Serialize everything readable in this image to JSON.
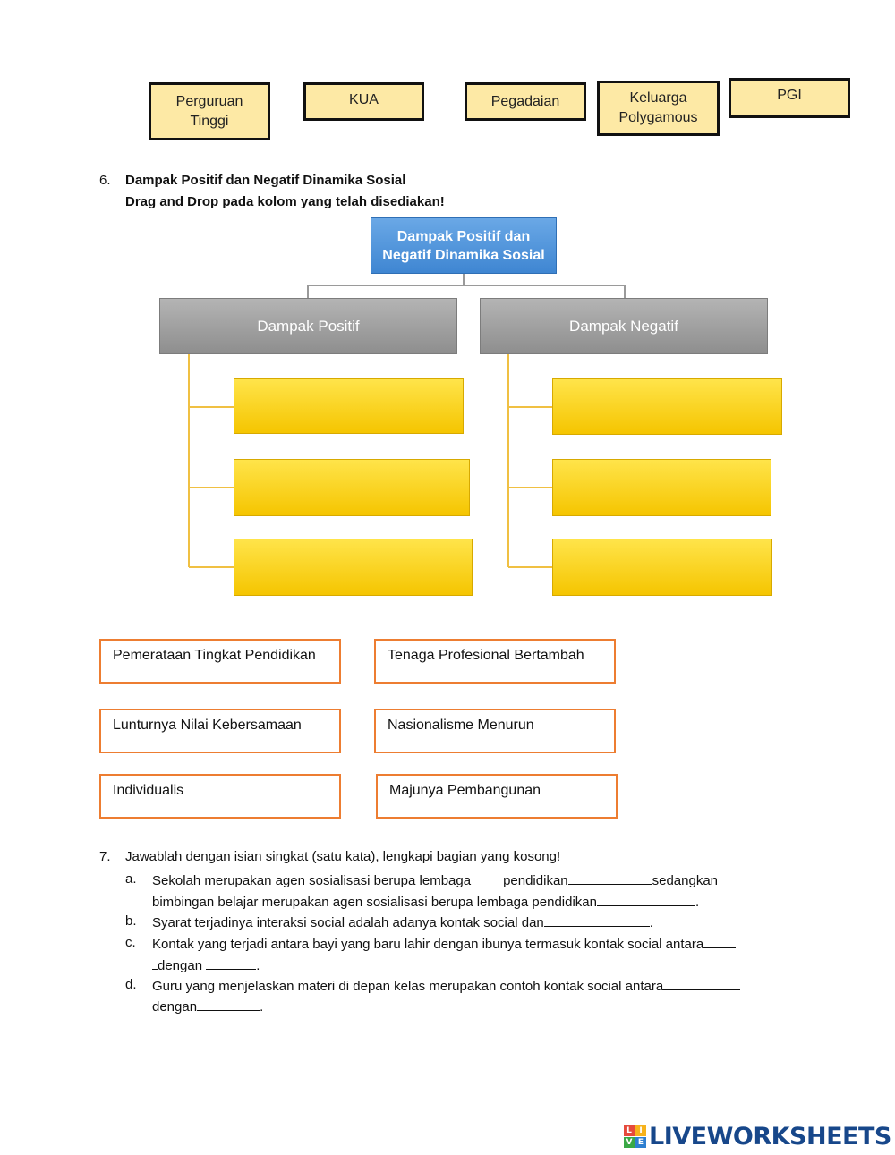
{
  "top_cards": [
    "Perguruan Tinggi",
    "KUA",
    "Pegadaian",
    "Keluarga Polygamous",
    "PGI"
  ],
  "q6": {
    "number": "6.",
    "title": "Dampak Positif dan Negatif Dinamika Sosial",
    "instruction": "Drag and Drop pada kolom yang telah disediakan!",
    "root_label": "Dampak Positif dan Negatif Dinamika Sosial",
    "left_category": "Dampak Positif",
    "right_category": "Dampak Negatif",
    "choices": [
      "Pemerataan Tingkat Pendidikan",
      "Tenaga Profesional Bertambah",
      "Lunturnya Nilai Kebersamaan",
      "Nasionalisme Menurun",
      "Individualis",
      "Majunya Pembangunan"
    ]
  },
  "q7": {
    "number": "7.",
    "prompt": "Jawablah dengan isian singkat (satu kata), lengkapi bagian yang kosong!",
    "a_label": "a.",
    "a_text1": "Sekolah merupakan agen sosialisasi berupa lembaga",
    "a_text2": "pendidikan",
    "a_text3": "sedangkan",
    "a_text4": "bimbingan belajar merupakan agen sosialisasi berupa lembaga pendidikan",
    "a_end": ".",
    "b_label": "b.",
    "b_text": "Syarat terjadinya interaksi social adalah adanya kontak social dan",
    "b_end": ".",
    "c_label": "c.",
    "c_text1": "Kontak yang terjadi antara bayi yang baru lahir dengan ibunya termasuk kontak social antara",
    "c_text2": "dengan",
    "c_end": ".",
    "d_label": "d.",
    "d_text1": "Guru yang menjelaskan materi di depan kelas merupakan contoh kontak social antara",
    "d_text2": "dengan",
    "d_end": "."
  },
  "footer": {
    "logo_text": "LIVEWORKSHEETS",
    "logo_badge_letters": [
      "L",
      "I",
      "V",
      "E"
    ]
  },
  "colors": {
    "card_fill": "#fde9a5",
    "root_blue": "#3f86d2",
    "category_gray": "#9e9e9e",
    "drop_yellow": "#ffd200",
    "choice_border": "#ed7d31",
    "connector": "#f0c043",
    "logo_blue": "#17478a"
  }
}
